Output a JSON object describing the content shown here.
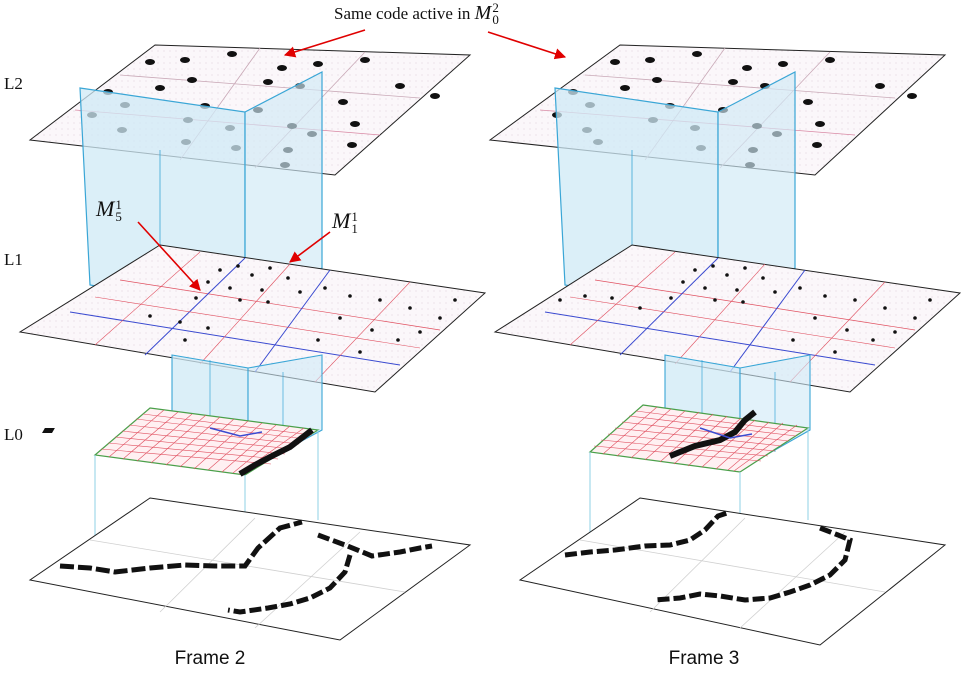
{
  "title": {
    "prefix": "Same code active in",
    "symbol": "M",
    "sub": "0",
    "sup": "2"
  },
  "levels": [
    "L2",
    "L1",
    "L0"
  ],
  "frames": [
    {
      "label": "Frame 2"
    },
    {
      "label": "Frame 3"
    }
  ],
  "callouts": [
    {
      "symbol": "M",
      "sub": "5",
      "sup": "1"
    },
    {
      "symbol": "M",
      "sub": "1",
      "sup": "1"
    }
  ],
  "colors": {
    "arrow": "#e00000",
    "column_fill": "#cfeaf6",
    "column_edge": "#3aa6d6",
    "grid_red": "#e05060",
    "grid_blue": "#3a4ad0",
    "plane_edge": "#222222",
    "dot": "#111111"
  }
}
